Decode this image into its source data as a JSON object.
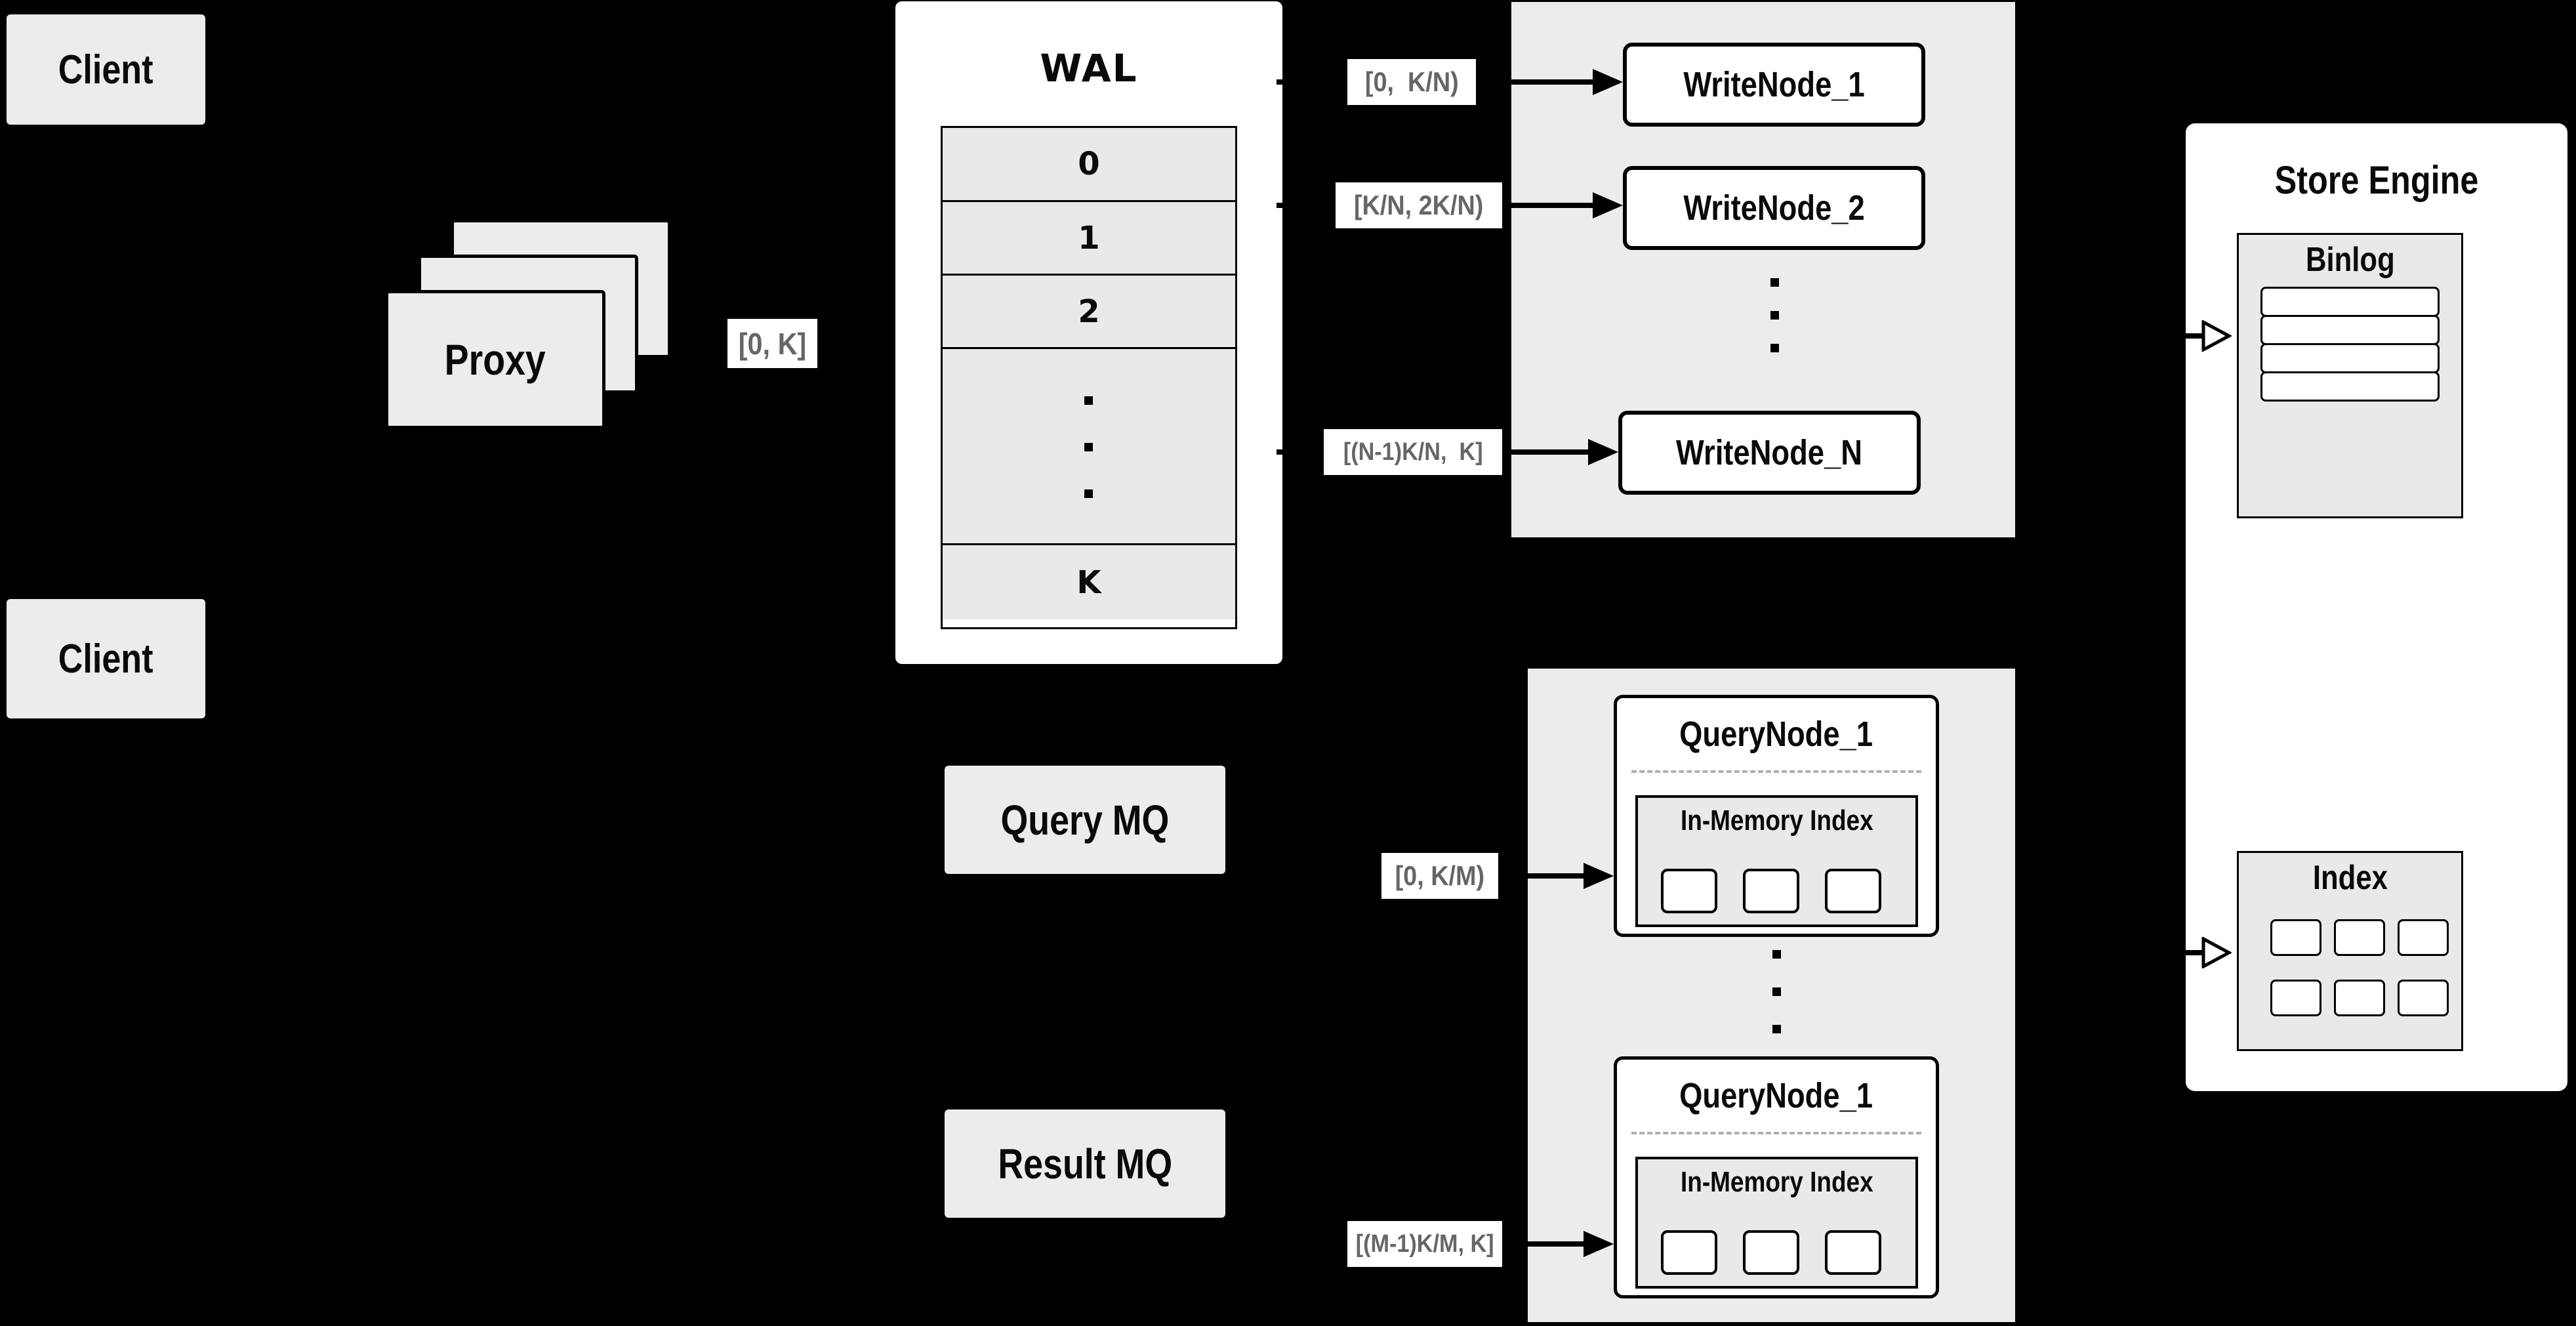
{
  "diagram": {
    "colors": {
      "background": "#000000",
      "panel_gray": "#ececec",
      "cell_gray": "#e9e9e9",
      "box_white": "#ffffff",
      "border_black": "#000000",
      "range_label_text": "#666666",
      "dashed_separator": "#b0b0b0"
    },
    "clients": {
      "top": "Client",
      "bottom": "Client"
    },
    "proxy": {
      "label": "Proxy",
      "fanout_label": "[0, K]"
    },
    "wal": {
      "title": "WAL",
      "rows": [
        "0",
        "1",
        "2",
        "K"
      ]
    },
    "write_group": {
      "range_labels": [
        "[0,  K/N)",
        "[K/N, 2K/N)",
        "[(N-1)K/N,  K]"
      ],
      "nodes": [
        "WriteNode_1",
        "WriteNode_2",
        "WriteNode_N"
      ]
    },
    "mq": {
      "query": "Query MQ",
      "result": "Result MQ"
    },
    "query_group": {
      "range_labels": [
        "[0, K/M)",
        "[(M-1)K/M, K]"
      ],
      "node_titles": [
        "QueryNode_1",
        "QueryNode_1"
      ],
      "inner_title": "In-Memory Index"
    },
    "store_engine": {
      "title": "Store Engine",
      "binlog": "Binlog",
      "index": "Index"
    }
  }
}
